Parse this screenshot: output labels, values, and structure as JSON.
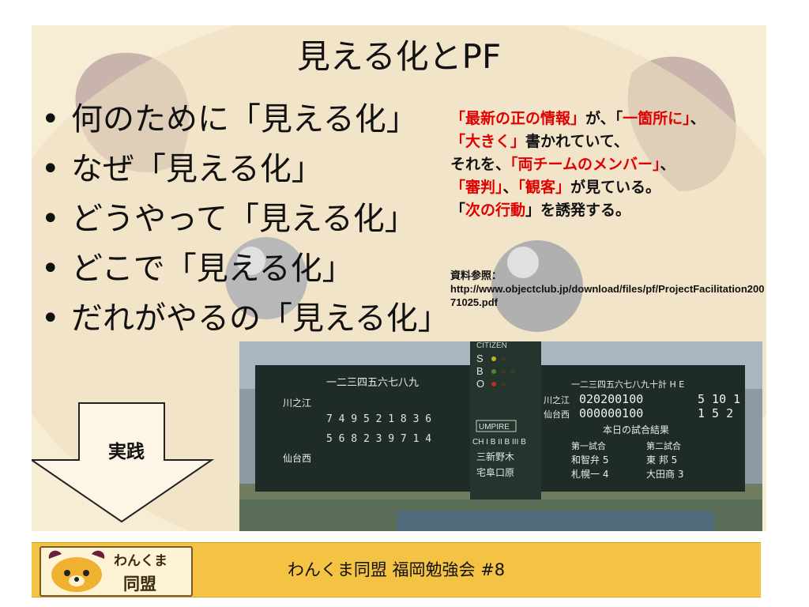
{
  "slide": {
    "title": "見える化とPF",
    "bullets": [
      "何のために「見える化」",
      "なぜ「見える化」",
      "どうやって「見える化」",
      "どこで「見える化」",
      "だれがやるの「見える化」"
    ],
    "note": {
      "p1": "「最新の正の情報」",
      "p2": "が、「",
      "p3": "一箇所に」",
      "p4": "、",
      "p5": "「大きく」",
      "p6": "書かれていて、",
      "p7": "それを、",
      "p8": "「両チームのメンバー」",
      "p9": "、",
      "p10": "「審判」",
      "p11": "、",
      "p12": "「観客」",
      "p13": "が見ている。",
      "p14": "「",
      "p15": "次の行動",
      "p16": "」を誘発する。"
    },
    "reference": {
      "label": "資料参照：",
      "url": "http://www.objectclub.jp/download/files/pf/ProjectFacilitation20071025.pdf"
    },
    "arrow_label": "実践",
    "scoreboard": {
      "brand": "CITIZEN",
      "sbo": [
        "S",
        "B",
        "O"
      ],
      "team1": "川之江",
      "team2": "仙台西",
      "innings": "一二三四五六七八九",
      "umpire": "UMPIRE",
      "umpire_pos": "CH I B II B III B",
      "umpire_names": "三新野木",
      "umpire_names2": "宅阜口原",
      "score_header": "一二三四五六七八九十計 H E",
      "score_team1_label": "川之江",
      "score_team1": "020200100",
      "score_team1_rhe": "5 10 1",
      "score_team2_label": "仙台西",
      "score_team2": "000000100",
      "score_team2_rhe": "1 5 2",
      "results_title": "本日の試合結果",
      "game1_label": "第一試合",
      "game2_label": "第二試合",
      "game1_team1": "和智弁 5",
      "game1_team2": "札幌一 4",
      "game2_team1": "東 邦 5",
      "game2_team2": "大田商 3"
    }
  },
  "footer": {
    "logo_line1": "わんくま",
    "logo_line2": "同盟",
    "text": "わんくま同盟 福岡勉強会 #8"
  },
  "colors": {
    "accent_red": "#e00000",
    "footer_bg": "#f5c344",
    "slide_bg": "#f7ecd4"
  }
}
